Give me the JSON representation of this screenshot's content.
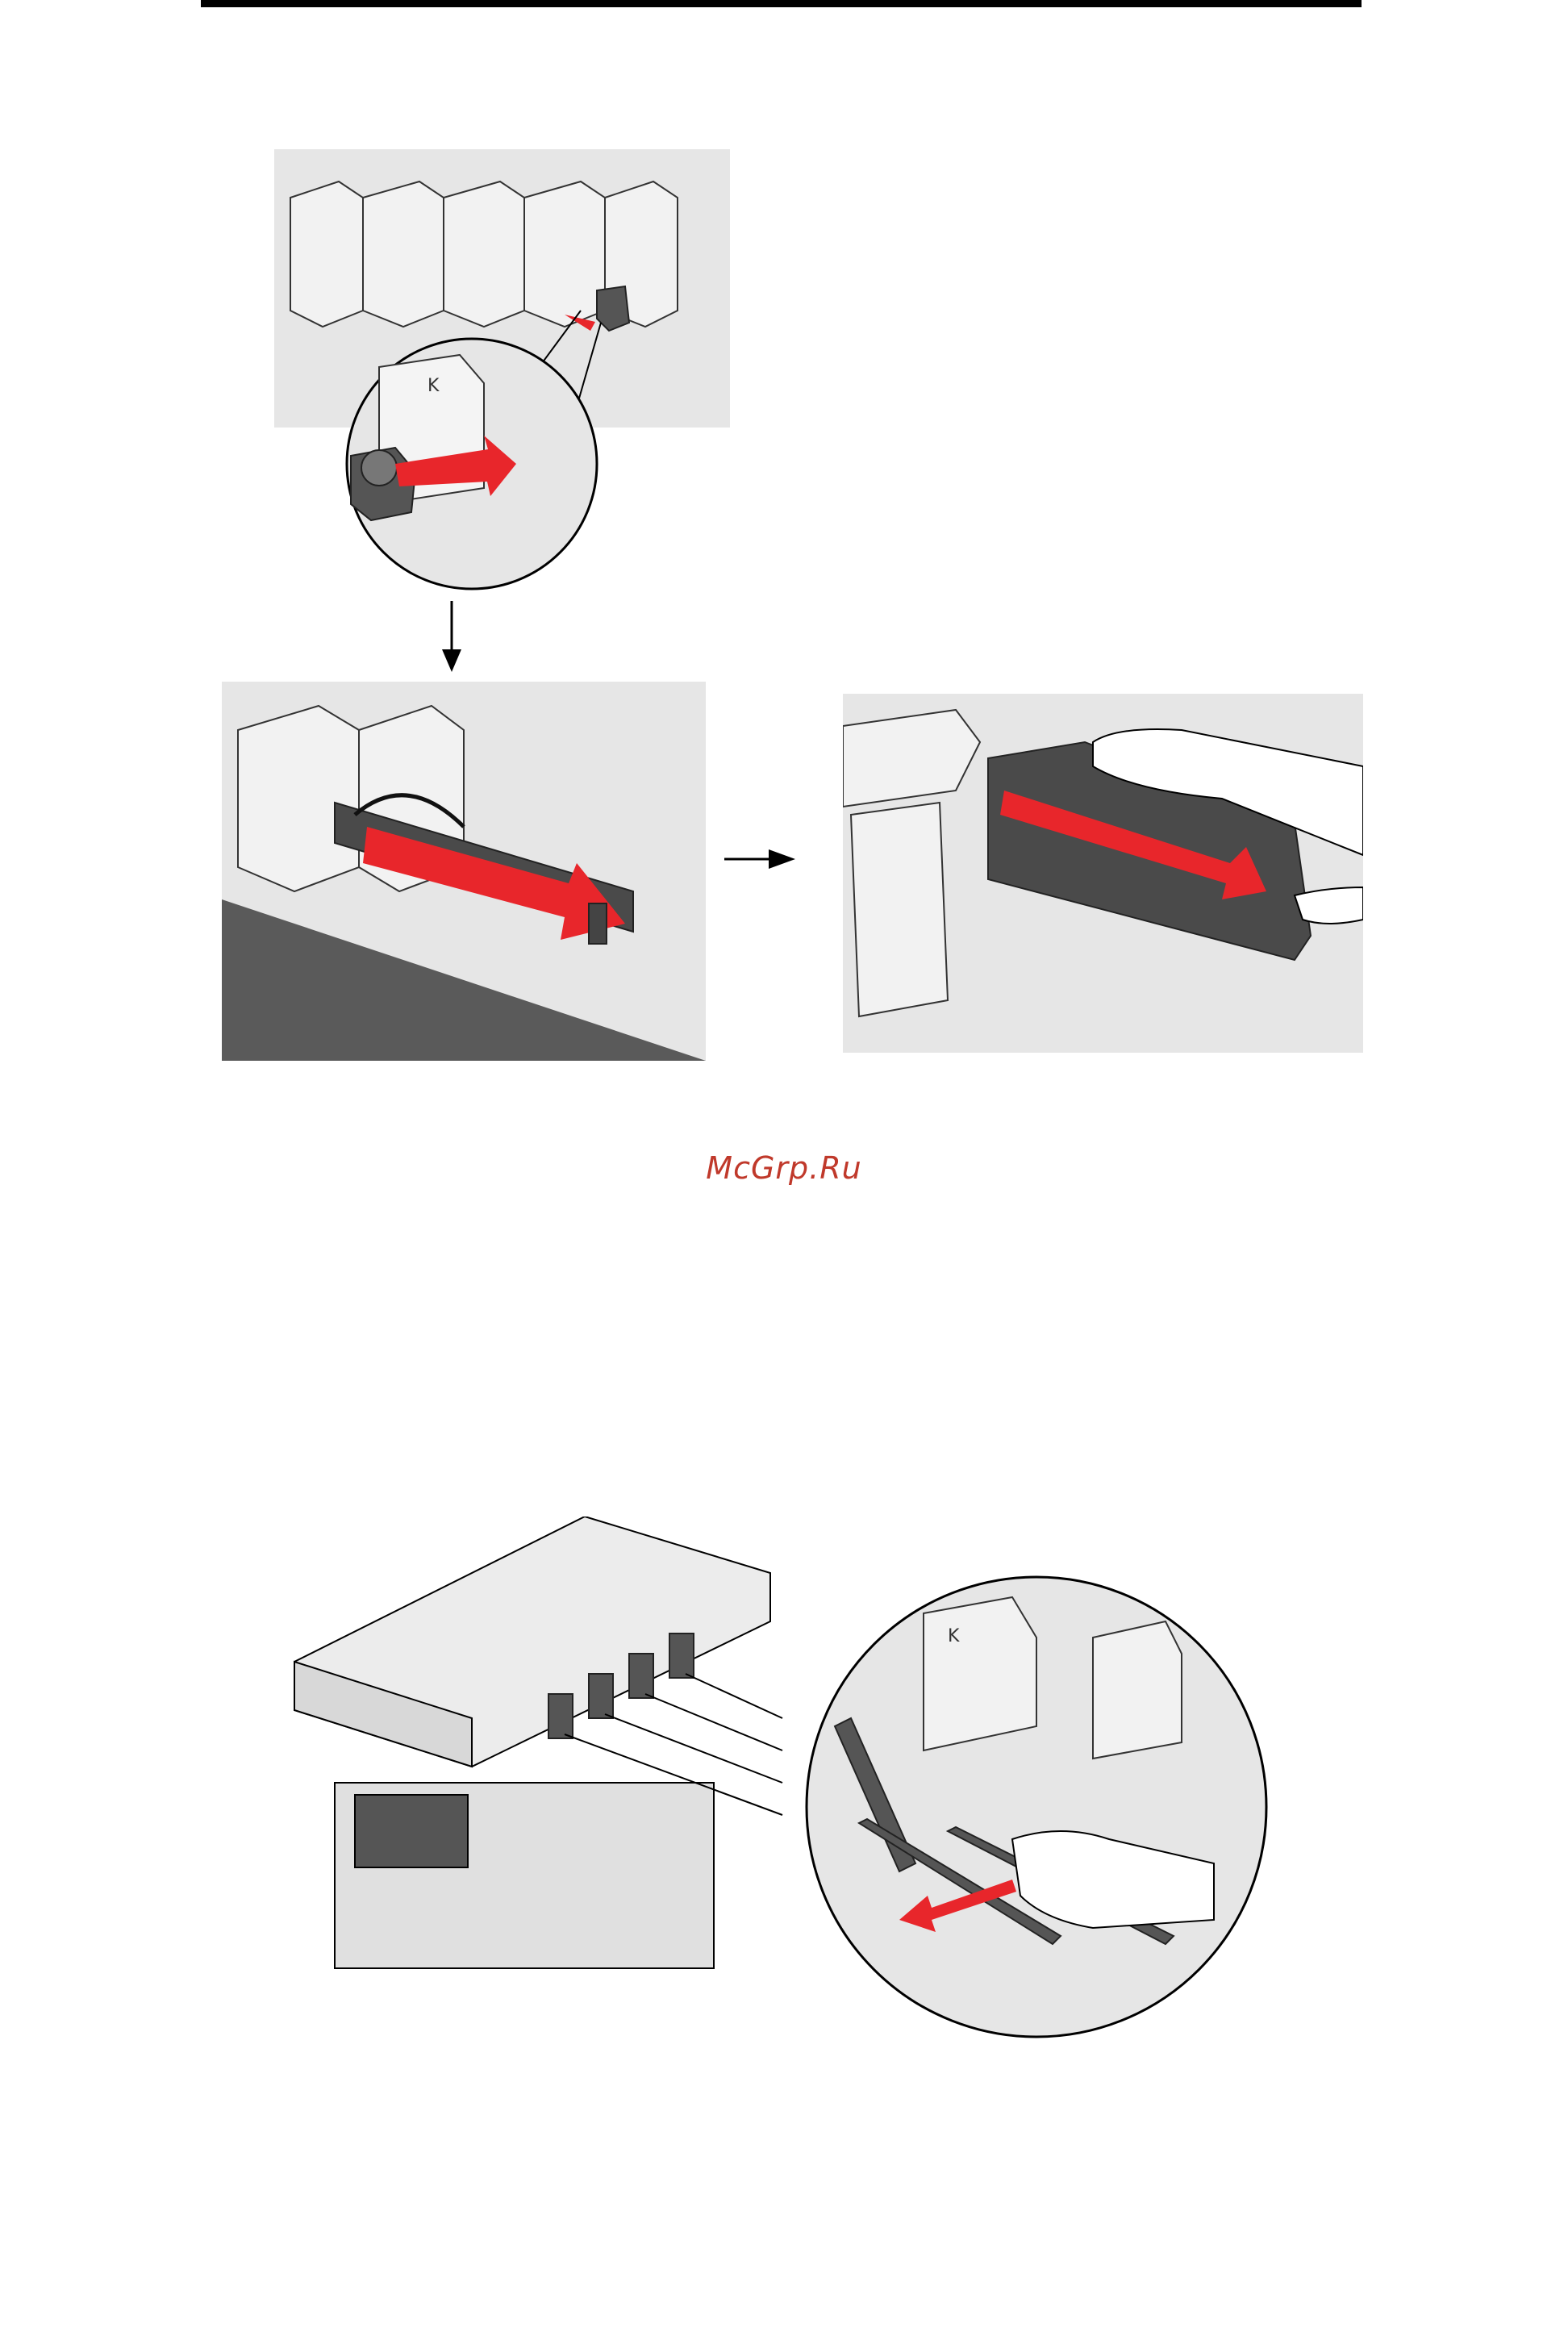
{
  "page": {
    "watermark_text": "McGrp.Ru"
  },
  "figures": {
    "step1": {
      "label_text": "K"
    },
    "step2": {},
    "step3": {},
    "step4": {
      "label_text": "K"
    }
  },
  "colors": {
    "arrow_red": "#e8262b",
    "line_art": "#000000",
    "fill_gray": "#d9d9d9",
    "dark_gray": "#555555",
    "watermark": "#c0392b"
  },
  "icons": {
    "flow_down": "arrow-down-icon",
    "flow_right": "arrow-right-icon"
  }
}
